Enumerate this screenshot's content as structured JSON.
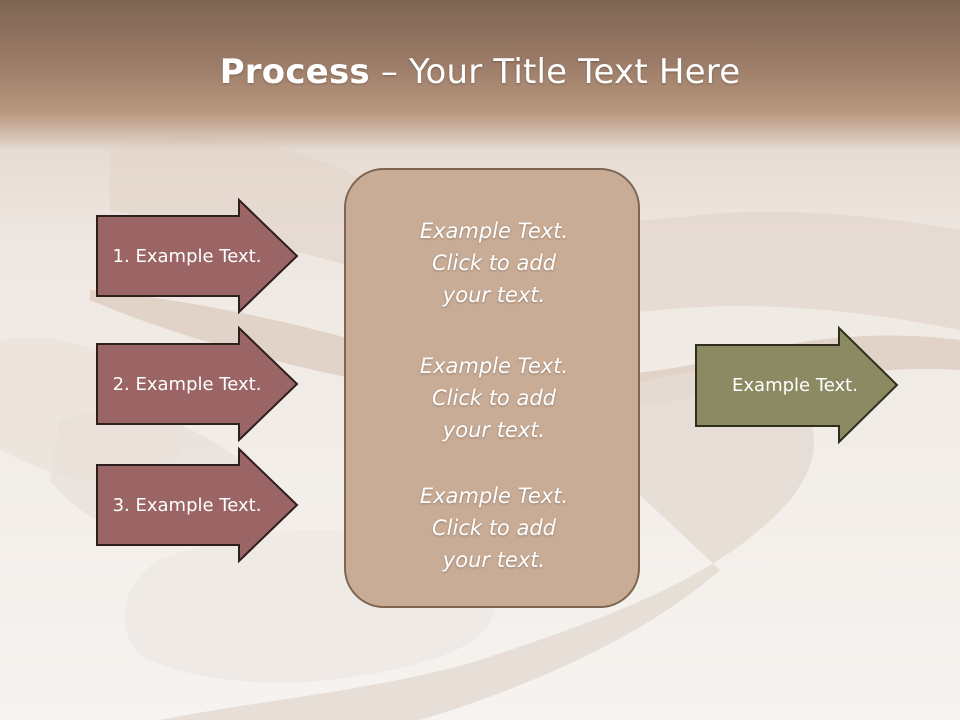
{
  "slide": {
    "title_bold": "Process",
    "title_rest": " – Your Title Text Here"
  },
  "left_arrows": [
    {
      "label": "1. Example Text."
    },
    {
      "label": "2. Example Text."
    },
    {
      "label": "3. Example Text."
    }
  ],
  "center_box": {
    "blocks": [
      {
        "line1": "Example Text.",
        "line2": "Click  to add",
        "line3": "your text."
      },
      {
        "line1": "Example Text.",
        "line2": "Click  to add",
        "line3": "your text."
      },
      {
        "line1": "Example Text.",
        "line2": "Click  to add",
        "line3": "your text."
      }
    ]
  },
  "right_arrow": {
    "label": "Example Text."
  },
  "colors": {
    "left_arrow_fill": "#9a6564",
    "left_arrow_stroke": "#2e1f1e",
    "center_fill": "#c8ac96",
    "right_arrow_fill": "#8b8a62",
    "right_arrow_stroke": "#2e2e1c"
  }
}
